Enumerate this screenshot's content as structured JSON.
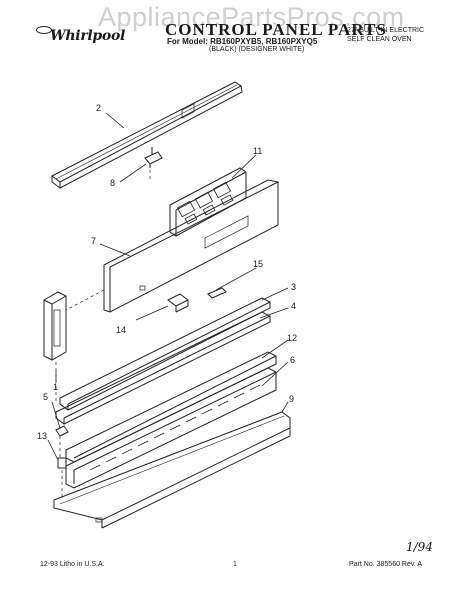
{
  "watermark": "AppliancePartsPros.com",
  "brand": "Whirlpool",
  "header": {
    "title": "CONTROL PANEL PARTS",
    "model_line": "For Model: RB160PXYB5, RB160PXYQ5",
    "variant_line": "(BLACK)     (DESIGNER WHITE)",
    "product_line1": "27\" BUILT-IN ELECTRIC",
    "product_line2": "SELF CLEAN OVEN"
  },
  "callouts": {
    "c1": "1",
    "c2": "2",
    "c3": "3",
    "c4": "4",
    "c5": "5",
    "c6": "6",
    "c7": "7",
    "c8": "8",
    "c9": "9",
    "c11": "11",
    "c12": "12",
    "c13": "13",
    "c14": "14",
    "c15": "15"
  },
  "footer": {
    "date_litho": "12-93  Litho in U.S.A.",
    "page": "1",
    "part_no": "Part No. 385560 Rev. A",
    "handwritten_note": "1/94"
  }
}
